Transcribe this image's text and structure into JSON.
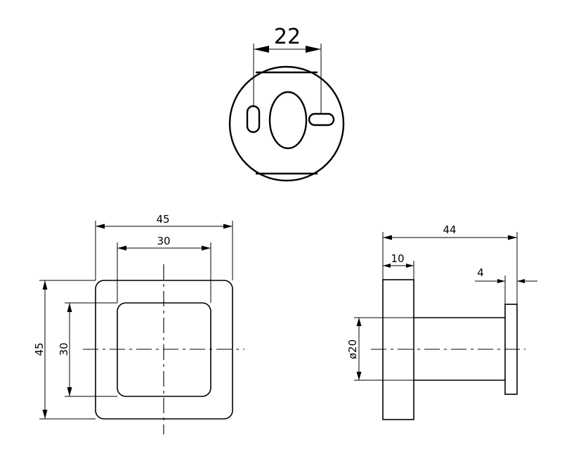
{
  "dimensions": {
    "top_view_slot_spacing": "22",
    "front_outer_width": "45",
    "front_inner_width": "30",
    "front_outer_height": "45",
    "front_inner_height": "30",
    "side_total_length": "44",
    "side_base_thickness": "10",
    "side_cap_thickness": "4",
    "side_shaft_diameter": "ø20"
  }
}
